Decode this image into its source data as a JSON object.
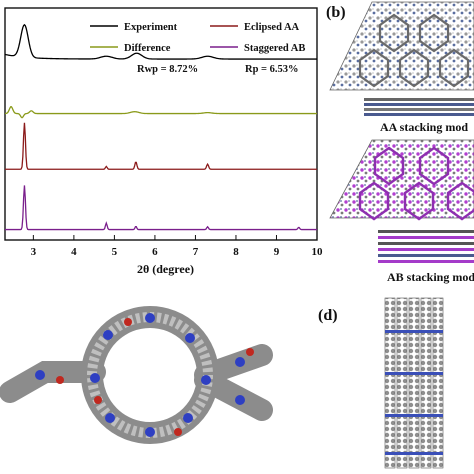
{
  "panel_labels": {
    "b": "(b)",
    "d": "(d)"
  },
  "captions": {
    "aa": "AA stacking mod",
    "ab": "AB stacking mod"
  },
  "chart_data": {
    "type": "line",
    "title": "",
    "xlabel": "2θ (degree)",
    "ylabel": "",
    "xlim": [
      2.3,
      10
    ],
    "xticks": [
      3,
      4,
      5,
      6,
      7,
      8,
      9,
      10
    ],
    "legend_placement": "top",
    "grid": false,
    "series": [
      {
        "name": "Experiment",
        "color": "#000000",
        "baseline": 0.78,
        "peaks": [
          [
            2.78,
            0.14,
            0.13
          ],
          [
            4.8,
            0.012,
            0.2
          ],
          [
            5.55,
            0.025,
            0.18
          ],
          [
            7.3,
            0.012,
            0.2
          ]
        ],
        "background": [
          0.02,
          0.5
        ]
      },
      {
        "name": "Difference",
        "color": "#8a9a1a",
        "baseline": 0.545,
        "peaks": [
          [
            2.45,
            0.03,
            0.06
          ],
          [
            2.72,
            -0.018,
            0.05
          ],
          [
            2.95,
            0.012,
            0.06
          ],
          [
            5.5,
            0.008,
            0.15
          ],
          [
            7.3,
            0.004,
            0.15
          ]
        ],
        "background": [
          0,
          0.5
        ]
      },
      {
        "name": "Eclipsed AA",
        "color": "#8b1a1a",
        "baseline": 0.305,
        "peaks": [
          [
            2.78,
            0.2,
            0.035
          ],
          [
            4.8,
            0.012,
            0.03
          ],
          [
            5.53,
            0.032,
            0.035
          ],
          [
            7.3,
            0.022,
            0.035
          ]
        ],
        "background": [
          0,
          0.5
        ]
      },
      {
        "name": "Staggered AB",
        "color": "#7a1f8c",
        "baseline": 0.045,
        "peaks": [
          [
            2.78,
            0.19,
            0.035
          ],
          [
            4.8,
            0.028,
            0.03
          ],
          [
            5.53,
            0.014,
            0.03
          ],
          [
            7.3,
            0.012,
            0.03
          ],
          [
            9.55,
            0.01,
            0.03
          ]
        ],
        "background": [
          0,
          0.5
        ]
      }
    ],
    "annotations": {
      "rwp": "Rwp = 8.72%",
      "rp": "Rp = 6.53%"
    }
  }
}
